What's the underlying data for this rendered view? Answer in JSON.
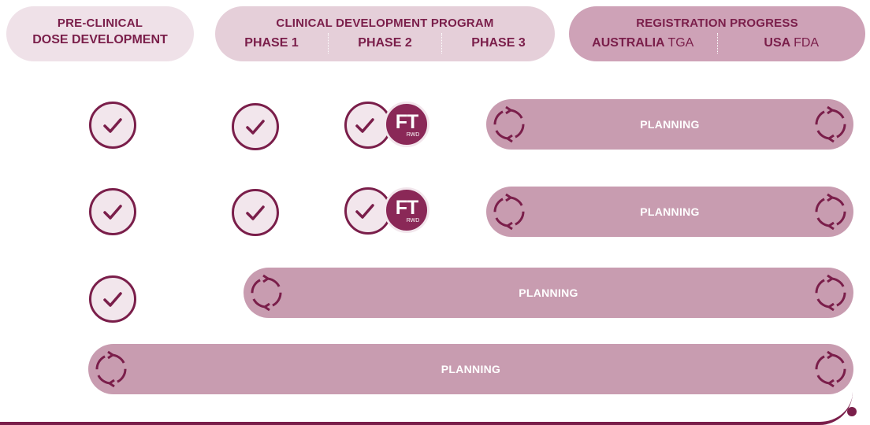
{
  "header": {
    "preclinical": {
      "line1": "PRE-CLINICAL",
      "line2": "DOSE DEVELOPMENT"
    },
    "clinical": {
      "title": "CLINICAL DEVELOPMENT PROGRAM",
      "phase1": "PHASE 1",
      "phase2": "PHASE 2",
      "phase3": "PHASE 3"
    },
    "registration": {
      "title": "REGISTRATION PROGRESS",
      "au_bold": "AUSTRALIA",
      "au_light": "TGA",
      "us_bold": "USA",
      "us_light": "FDA"
    }
  },
  "rows": [
    {
      "preclinical": "complete",
      "phase1": "complete",
      "phase2": "complete + fast track",
      "status": "PLANNING"
    },
    {
      "preclinical": "complete",
      "phase1": "complete",
      "phase2": "complete + fast track",
      "status": "PLANNING"
    },
    {
      "preclinical": "complete",
      "status": "PLANNING"
    },
    {
      "status": "PLANNING"
    }
  ],
  "badge": {
    "ft": "FT",
    "sub": "RWD"
  },
  "icons": {
    "check": "checkmark-circle-icon",
    "cycle": "cycle-arrows-icon",
    "fast_track": "fast-track-badge-icon"
  },
  "colors": {
    "primary": "#7a1e4a",
    "bar": "#c89cb0",
    "light": "#efe1e8",
    "mid": "#e5cfd9",
    "dark_header": "#cea2b7"
  }
}
